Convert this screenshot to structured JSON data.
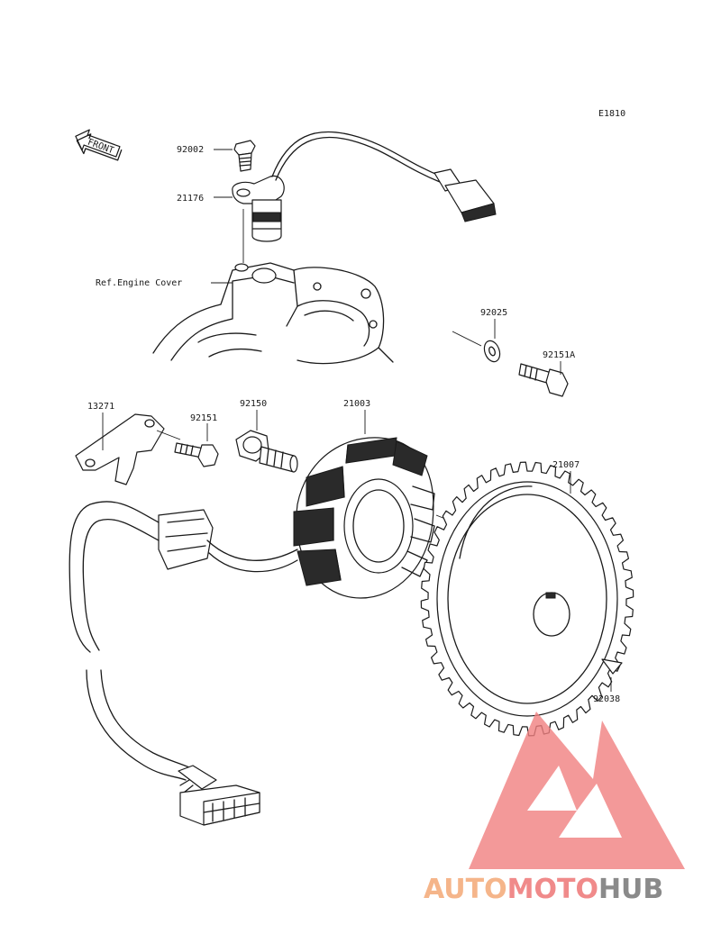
{
  "diagram_code": "E1810",
  "front_label": "FRONT",
  "labels": {
    "p92002": "92002",
    "p21176": "21176",
    "ref_engine_cover": "Ref.Engine Cover",
    "p92025": "92025",
    "p92151A": "92151A",
    "p13271": "13271",
    "p92151": "92151",
    "p92150": "92150",
    "p21003": "21003",
    "p21007": "21007",
    "p92038": "92038"
  },
  "watermark": {
    "part1": "AUTO",
    "part2": "MOTO",
    "part3": "HUB",
    "color_auto": "#f5b58a",
    "color_moto": "#f08a8a",
    "color_hub": "#8a8a8a",
    "logo_color": "#f08080"
  }
}
